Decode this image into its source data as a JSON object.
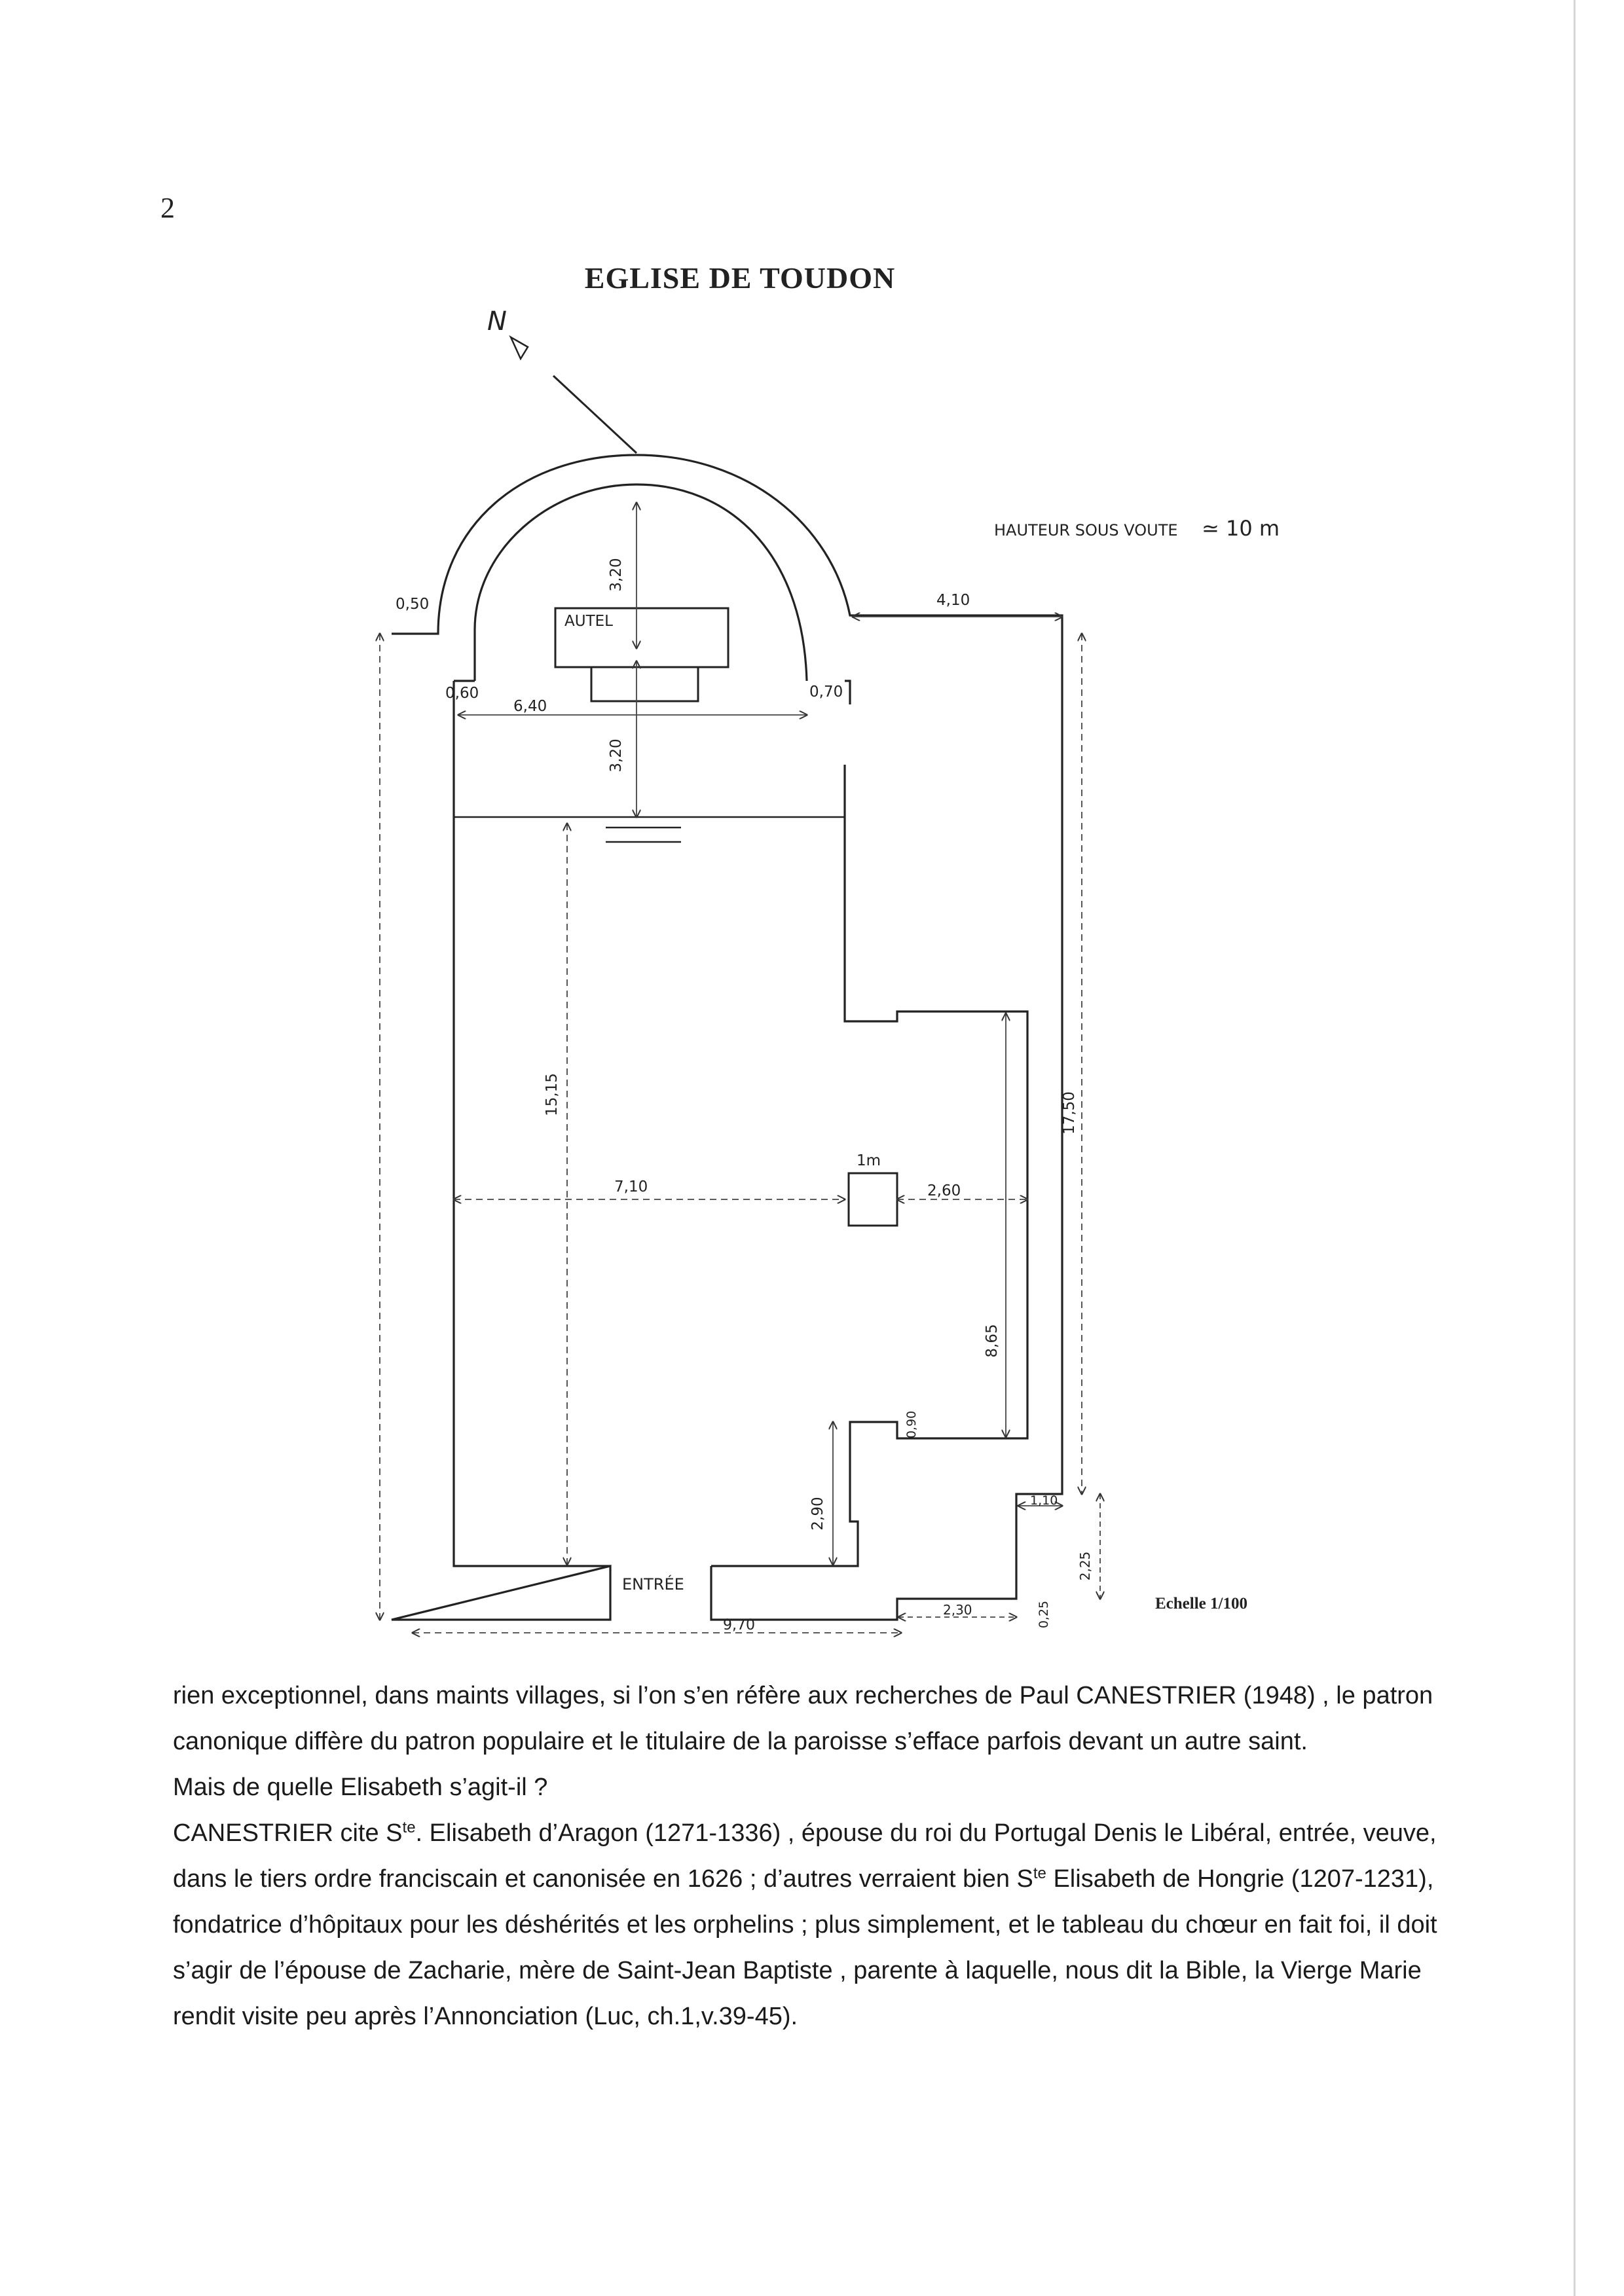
{
  "page_number": "2",
  "title": "EGLISE DE TOUDON",
  "plan": {
    "north_label": "N",
    "ceiling_height": "HAUTEUR SOUS VOUTE",
    "ceiling_height_value": "≃ 10 m",
    "altar_label": "AUTEL",
    "entrance_label": "ENTRÉE",
    "pillar_label": "1m",
    "dimensions": {
      "wall_apse_left": "0,50",
      "right_offset": "4,10",
      "choir_depth_top": "3,20",
      "choir_left_wall": "0,60",
      "choir_width": "6,40",
      "choir_right_wall": "0,70",
      "choir_depth_bottom": "3,20",
      "nave_length": "15,15",
      "total_length": "17,50",
      "nave_width_left": "7,10",
      "nave_width_right": "2,60",
      "side_length": "8,65",
      "porch_wall": "0,90",
      "porch_depth": "2,90",
      "buttress_width": "1,10",
      "buttress_length": "2,25",
      "base_right": "2,30",
      "base_step": "0,25",
      "total_width": "9,70"
    }
  },
  "scale_label": "Echelle 1/100",
  "body": {
    "line1": "rien exceptionnel, dans maints villages, si l’on s’en réfère aux recherches de Paul CANESTRIER (1948) , le patron",
    "line2": "canonique diffère du patron populaire et le titulaire de la paroisse s’efface parfois devant un autre saint.",
    "line3": "Mais de quelle Elisabeth s’agit-il ?",
    "line4_a": "CANESTRIER cite S",
    "line4_sup": "te",
    "line4_b": ". Elisabeth d’Aragon (1271-1336) , épouse du roi du Portugal Denis le Libéral, entrée, veuve,",
    "line5_a": "dans le tiers ordre franciscain et canonisée en 1626 ; d’autres verraient bien S",
    "line5_sup": "te",
    "line5_b": " Elisabeth de Hongrie (1207-1231),",
    "line6": "fondatrice d’hôpitaux pour les déshérités et les orphelins ; plus simplement, et le tableau du chœur en fait foi, il doit",
    "line7": "s’agir de l’épouse de Zacharie, mère de Saint-Jean Baptiste , parente à laquelle, nous dit la Bible, la Vierge Marie",
    "line8": "rendit visite peu après l’Annonciation (Luc, ch.1,v.39-45)."
  }
}
